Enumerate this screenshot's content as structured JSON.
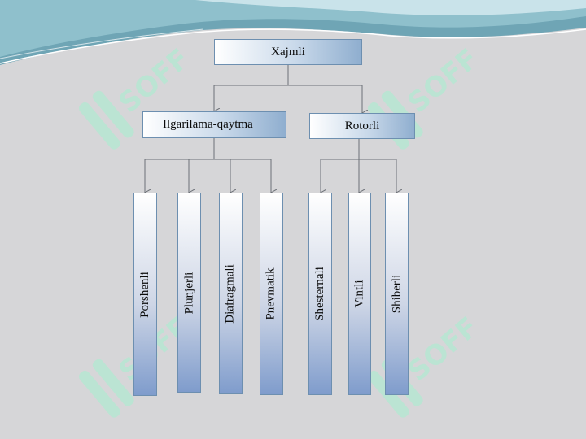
{
  "diagram": {
    "root": {
      "label": "Xajmli"
    },
    "branches": [
      {
        "label": "Ilgarilama-qaytma",
        "children": [
          "Porshenli",
          "Plunjerli",
          "Diafragmali",
          "Pnevmatik"
        ]
      },
      {
        "label": "Rotorli",
        "children": [
          "Shesternali",
          "Vintli",
          "Shiberli"
        ]
      }
    ]
  },
  "watermark": {
    "text": "SOFF",
    "color": "#a6f0cf"
  },
  "colors": {
    "edge": "#6c7077",
    "node_border": "#6d8fb0",
    "header_wave": "#7fb1bf"
  }
}
